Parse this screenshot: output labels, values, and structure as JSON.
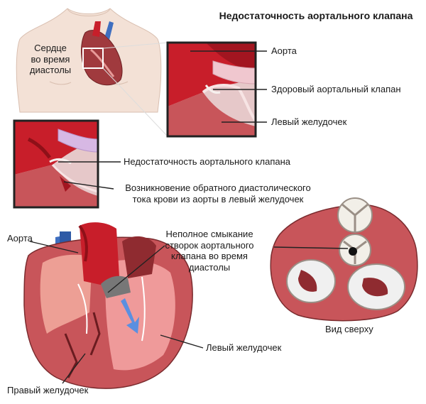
{
  "title": "Недостаточность аортального клапана",
  "labels": {
    "heart_diastole_l1": "Сердце",
    "heart_diastole_l2": "во время",
    "heart_diastole_l3": "диастолы",
    "aorta_top": "Аорта",
    "healthy_valve": "Здоровый аортальный клапан",
    "left_ventricle_top": "Левый желудочек",
    "insufficiency": "Недостаточность аортального клапана",
    "backflow_l1": "Возникновение обратного диастолического",
    "backflow_l2": "тока крови из аорты в левый желудочек",
    "aorta_bottom": "Аорта",
    "incomplete_l1": "Неполное смыкание",
    "incomplete_l2": "створок аортального",
    "incomplete_l3": "клапана во время",
    "incomplete_l4": "диастолы",
    "left_ventricle_bottom": "Левый желудочек",
    "right_ventricle": "Правый желудочек",
    "top_view": "Вид сверху"
  },
  "colors": {
    "blood": "#c81e2a",
    "muscle": "#c8555a",
    "muscle_light": "#e79a98",
    "vein": "#3f6fc0",
    "skin": "#f3e1d6",
    "outline": "#222222"
  }
}
